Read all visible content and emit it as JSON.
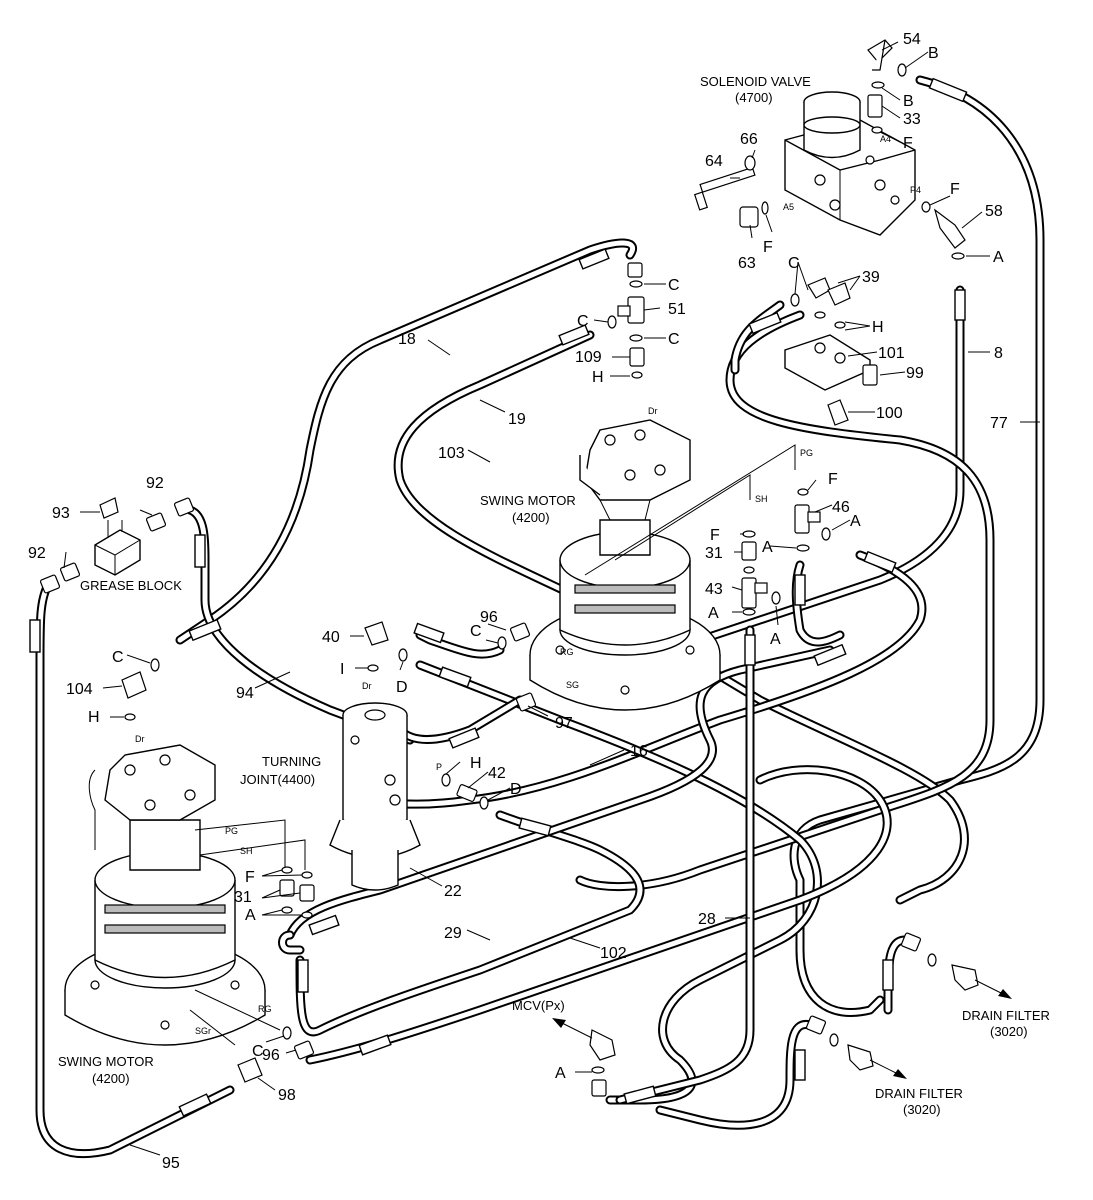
{
  "components": {
    "solenoid_valve": {
      "name": "SOLENOID VALVE",
      "code": "(4700)"
    },
    "swing_motor_right": {
      "name": "SWING MOTOR",
      "code": "(4200)"
    },
    "swing_motor_left": {
      "name": "SWING MOTOR",
      "code": "(4200)"
    },
    "turning_joint": {
      "name": "TURNING",
      "name2": "JOINT(4400)"
    },
    "grease_block": {
      "name": "GREASE BLOCK"
    },
    "mcv": {
      "name": "MCV(Px)"
    },
    "drain_filter_1": {
      "name": "DRAIN FILTER",
      "code": "(3020)"
    },
    "drain_filter_2": {
      "name": "DRAIN FILTER",
      "code": "(3020)"
    }
  },
  "part_numbers": {
    "p54": "54",
    "p33": "33",
    "p66": "66",
    "p64": "64",
    "p63": "63",
    "p58": "58",
    "p39": "39",
    "p51": "51",
    "p109": "109",
    "p18": "18",
    "p19": "19",
    "p103": "103",
    "p101": "101",
    "p99": "99",
    "p100": "100",
    "p8": "8",
    "p77": "77",
    "p46": "46",
    "p31a": "31",
    "p43": "43",
    "p93": "93",
    "p92a": "92",
    "p92b": "92",
    "p40": "40",
    "p96a": "96",
    "p104": "104",
    "p94": "94",
    "p97": "97",
    "p16": "16",
    "p42": "42",
    "p22": "22",
    "p31b": "31",
    "p29": "29",
    "p102": "102",
    "p28": "28",
    "p96b": "96",
    "p98": "98",
    "p95": "95"
  },
  "port_letters": {
    "b1": "B",
    "b2": "B",
    "f1": "F",
    "f2": "F",
    "f3": "F",
    "f4": "F",
    "f5": "F",
    "a1": "A",
    "a2": "A",
    "a3": "A",
    "a4": "A",
    "a5": "A",
    "a6": "A",
    "a7": "A",
    "c1": "C",
    "c2": "C",
    "c3": "C",
    "c4": "C",
    "c5": "C",
    "c6": "C",
    "h1": "H",
    "h2": "H",
    "h3": "H",
    "h4": "H",
    "i1": "I",
    "d1": "D",
    "d2": "D"
  },
  "port_codes": {
    "a4": "A4",
    "a5": "A5",
    "p4": "P4",
    "dr1": "Dr",
    "dr2": "Dr",
    "dr3": "Dr",
    "pg1": "PG",
    "sh1": "SH",
    "pg2": "PG",
    "sh2": "SH",
    "rg1": "RG",
    "sg1": "SG",
    "rg2": "RG",
    "sgr": "SGr",
    "p": "P"
  }
}
